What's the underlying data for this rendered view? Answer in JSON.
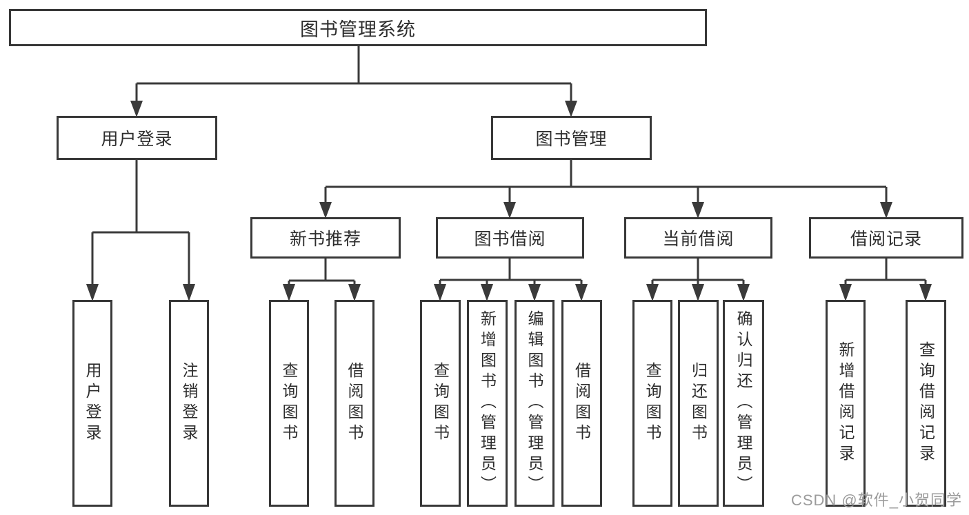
{
  "colors": {
    "line": "#3a3a3a",
    "box_border": "#383838",
    "text": "#2d2d2d",
    "watermark": "#9b9b9b",
    "background": "#ffffff"
  },
  "tree": {
    "label": "图书管理系统",
    "children": [
      {
        "label": "用户登录",
        "children": [
          {
            "label": "用户登录"
          },
          {
            "label": "注销登录"
          }
        ]
      },
      {
        "label": "图书管理",
        "children": [
          {
            "label": "新书推荐",
            "children": [
              {
                "label": "查询图书"
              },
              {
                "label": "借阅图书"
              }
            ]
          },
          {
            "label": "图书借阅",
            "children": [
              {
                "label": "查询图书"
              },
              {
                "label": "新增图书（管理员）"
              },
              {
                "label": "编辑图书（管理员）"
              },
              {
                "label": "借阅图书"
              }
            ]
          },
          {
            "label": "当前借阅",
            "children": [
              {
                "label": "查询图书"
              },
              {
                "label": "归还图书"
              },
              {
                "label": "确认归还（管理员）"
              }
            ]
          },
          {
            "label": "借阅记录",
            "children": [
              {
                "label": "新增借阅记录"
              },
              {
                "label": "查询借阅记录"
              }
            ]
          }
        ]
      }
    ]
  },
  "watermark": "CSDN @软件_小贺同学"
}
